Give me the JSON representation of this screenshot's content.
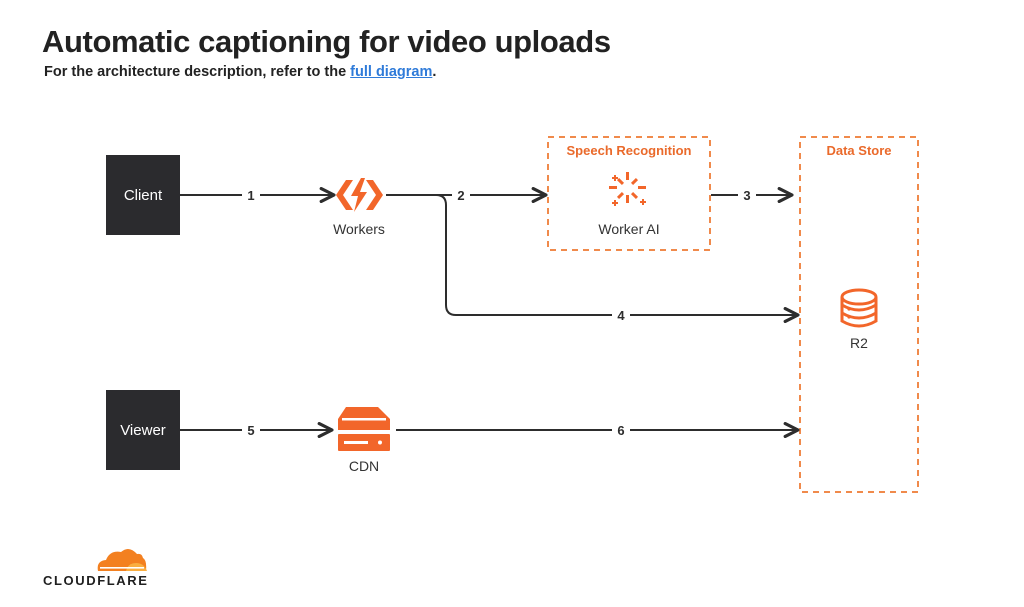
{
  "header": {
    "title": "Automatic captioning for video uploads",
    "subtitle_prefix": "For the architecture description, refer to the ",
    "subtitle_link": "full diagram",
    "subtitle_suffix": "."
  },
  "nodes": {
    "client": "Client",
    "viewer": "Viewer",
    "workers": "Workers",
    "worker_ai": "Worker AI",
    "cdn": "CDN",
    "r2": "R2"
  },
  "groups": {
    "speech_recognition": "Speech Recognition",
    "data_store": "Data Store"
  },
  "edges": {
    "e1": "1",
    "e2": "2",
    "e3": "3",
    "e4": "4",
    "e5": "5",
    "e6": "6"
  },
  "icons": {
    "workers": "workers-icon",
    "worker_ai": "ai-sparkle-icon",
    "cdn": "server-stack-icon",
    "r2": "database-icon",
    "logo": "cloud-icon"
  },
  "colors": {
    "accent": "#f2662a",
    "dark": "#2b2b2e",
    "link": "#2f7bd9"
  },
  "brand": {
    "name": "CLOUDFLARE"
  }
}
